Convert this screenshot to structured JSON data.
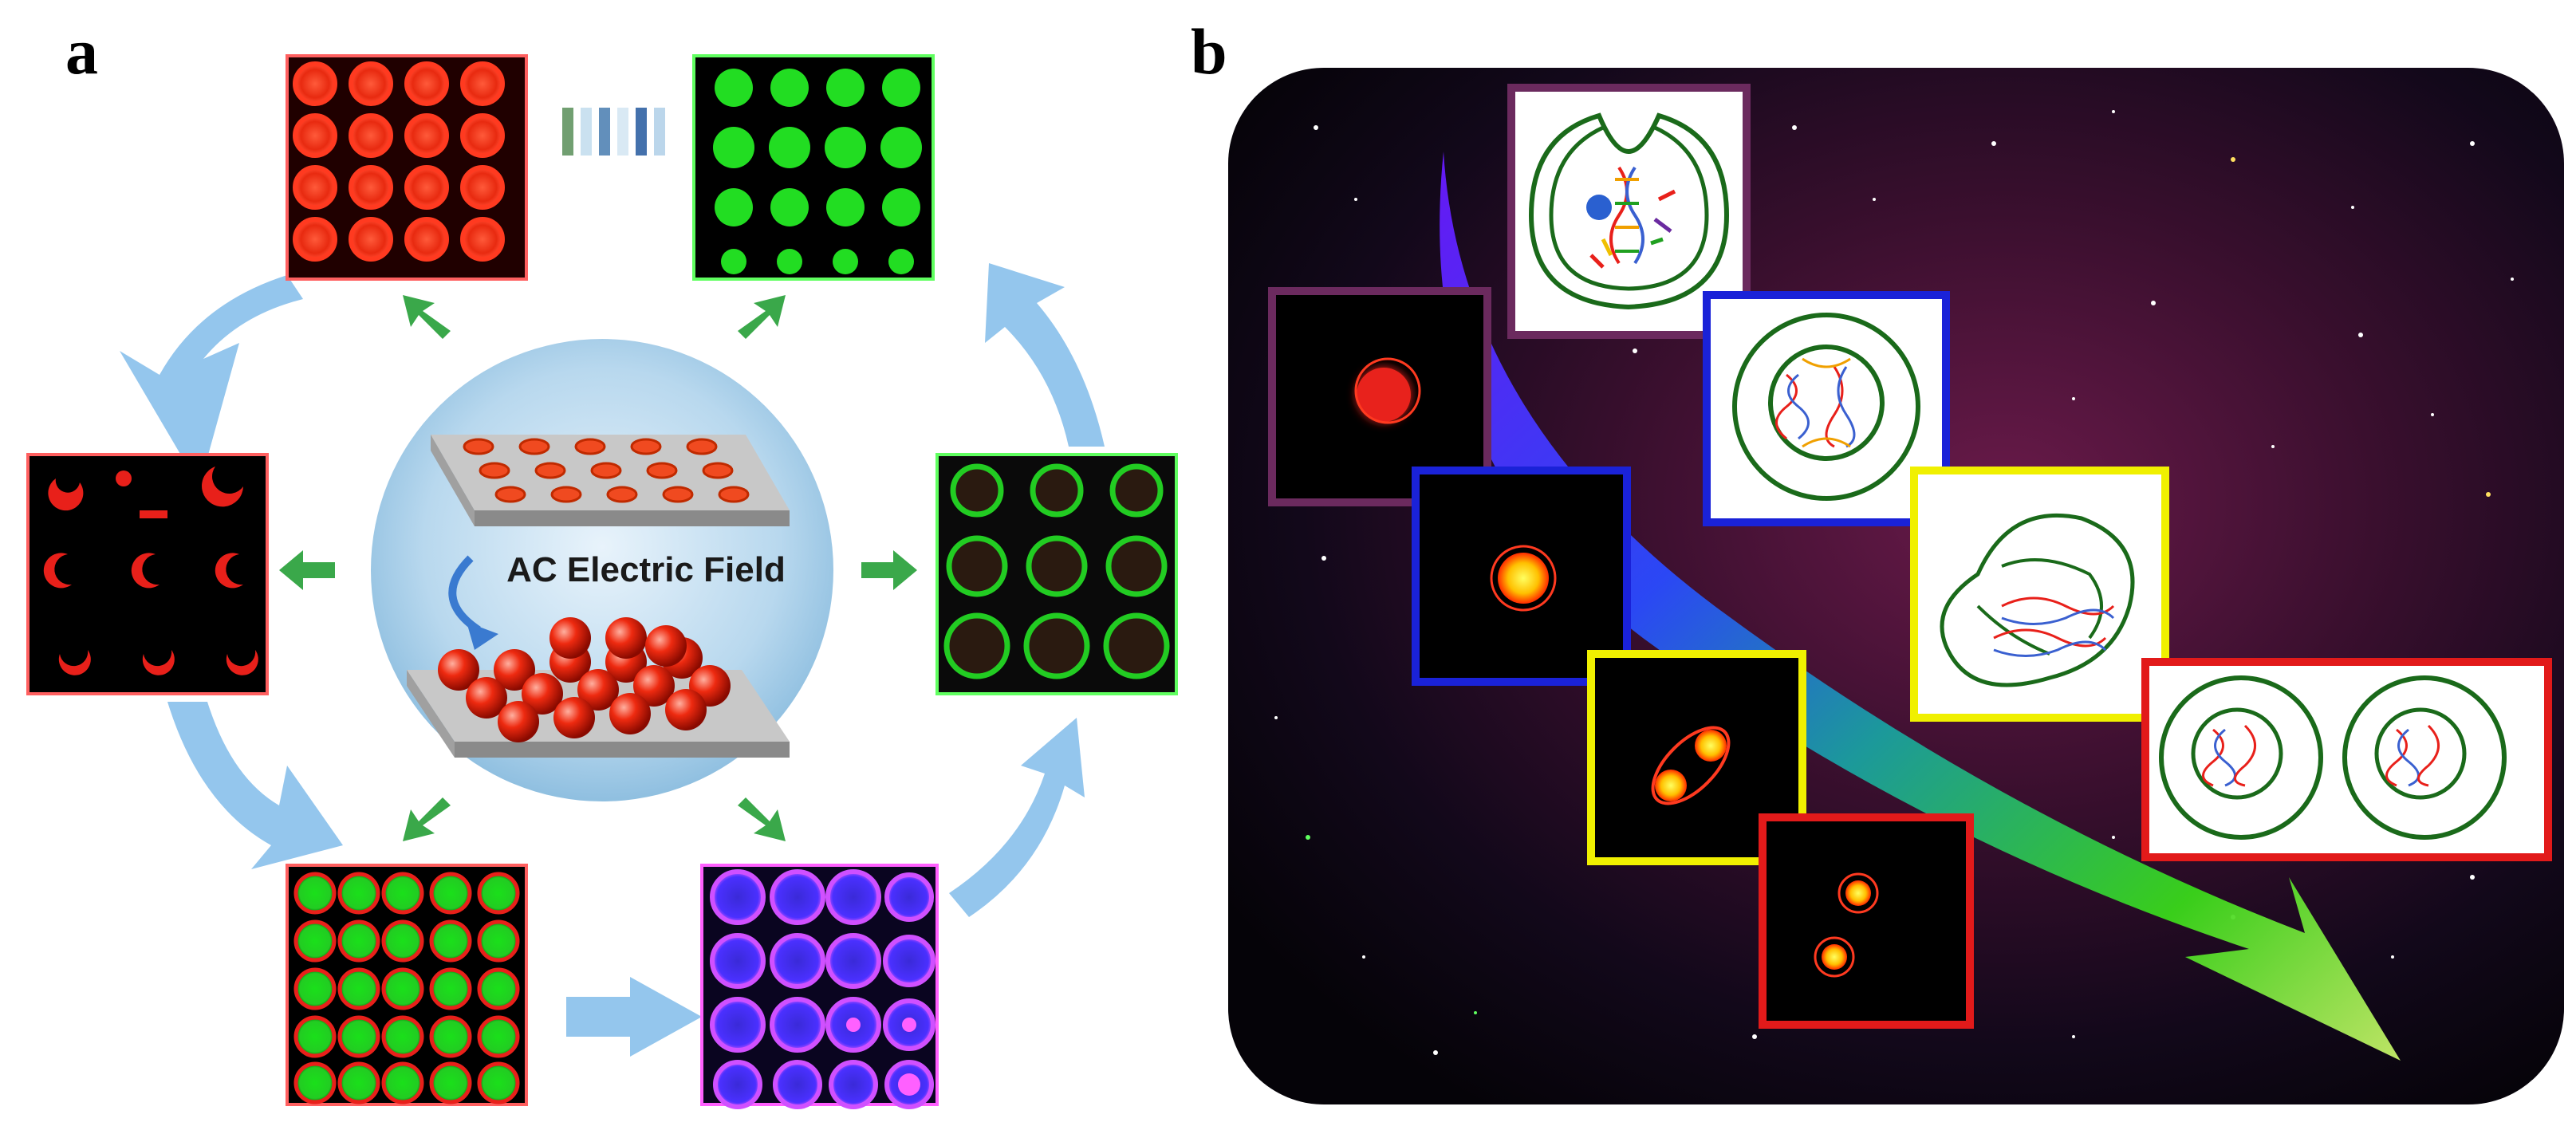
{
  "panels": {
    "a": {
      "label": "a",
      "center_text": "AC Electric Field"
    },
    "b": {
      "label": "b"
    }
  },
  "colors": {
    "cycle_arrow": "#7fb8e8",
    "radial_arrow": "#3aa84a",
    "red_cell": "#ff2a10",
    "green_cell": "#22dd22",
    "blue_cell": "#5a3cff",
    "magenta": "#ff40ff",
    "frame_purple": "#6b2a5e",
    "frame_blue": "#1a22d8",
    "frame_yellow": "#f0f000",
    "frame_red": "#e21a1a",
    "membrane_green": "#1a6a1a",
    "sweep_arrow_start": "#6a2aff",
    "sweep_arrow_end": "#8fe01a"
  },
  "icons": [
    "ac-field-circle-icon",
    "cycle-arrow-icon",
    "radial-arrow-icon",
    "sweep-arrow-icon",
    "dna-icon",
    "cell-membrane-icon"
  ]
}
